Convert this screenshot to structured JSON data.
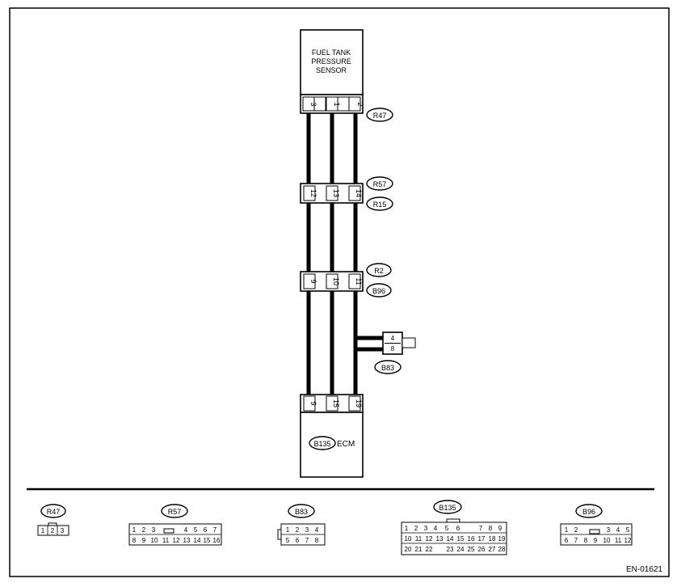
{
  "title_code": "EN-01621",
  "sensor": {
    "lines": [
      "FUEL TANK",
      "PRESSURE",
      "SENSOR"
    ],
    "pins": [
      "3",
      "1",
      "2"
    ],
    "connector": "R47"
  },
  "junction1": {
    "pins": [
      "12",
      "13",
      "14"
    ],
    "connectors": [
      "R57",
      "R15"
    ]
  },
  "junction2": {
    "pins": [
      "9",
      "10",
      "11"
    ],
    "connectors": [
      "R2",
      "B96"
    ]
  },
  "branch": {
    "pins": [
      "4",
      "8"
    ],
    "connector": "B83"
  },
  "ecm": {
    "label": "ECM",
    "connector": "B135",
    "pins": [
      "9",
      "15",
      "19"
    ]
  },
  "legend": [
    {
      "name": "R47",
      "rows": [
        [
          "1",
          "2",
          "3"
        ]
      ]
    },
    {
      "name": "R57",
      "rows": [
        [
          "1",
          "2",
          "3",
          "",
          "4",
          "5",
          "6",
          "7"
        ],
        [
          "8",
          "9",
          "10",
          "11",
          "12",
          "13",
          "14",
          "15",
          "16"
        ]
      ]
    },
    {
      "name": "B83",
      "rows": [
        [
          "1",
          "2",
          "3",
          "4"
        ],
        [
          "5",
          "6",
          "7",
          "8"
        ]
      ]
    },
    {
      "name": "B135",
      "rows": [
        [
          "1",
          "2",
          "3",
          "4",
          "5",
          "6",
          "",
          "7",
          "8",
          "9"
        ],
        [
          "10",
          "11",
          "12",
          "13",
          "14",
          "15",
          "16",
          "17",
          "18",
          "19"
        ],
        [
          "20",
          "21",
          "22",
          "",
          "23",
          "24",
          "25",
          "26",
          "27",
          "28"
        ]
      ]
    },
    {
      "name": "B96",
      "rows": [
        [
          "1",
          "2",
          "",
          "",
          "",
          "3",
          "4",
          "5"
        ],
        [
          "6",
          "7",
          "8",
          "9",
          "10",
          "11",
          "12"
        ]
      ]
    }
  ]
}
